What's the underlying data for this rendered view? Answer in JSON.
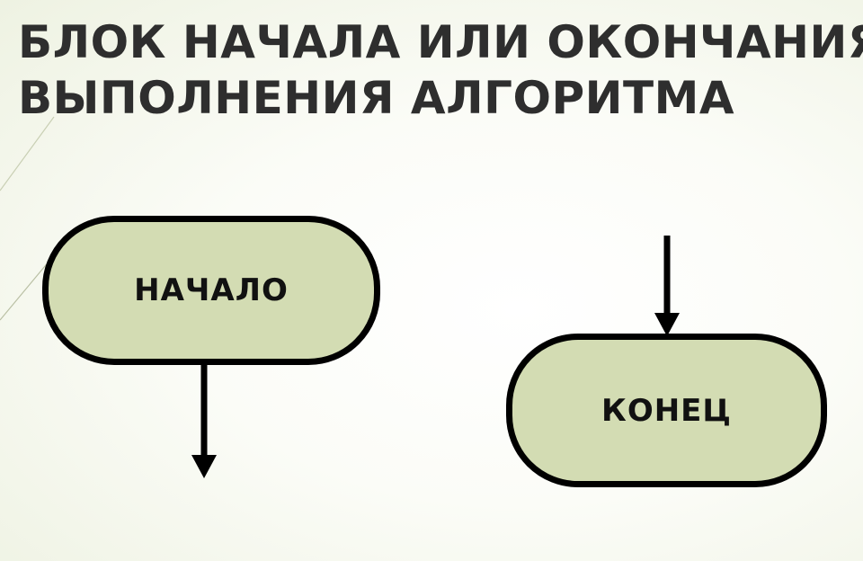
{
  "title": {
    "line1": "БЛОК НАЧАЛА ИЛИ ОКОНЧАНИЯ",
    "line2": "ВЫПОЛНЕНИЯ АЛГОРИТМА"
  },
  "blocks": {
    "start_label": "НАЧАЛО",
    "end_label": "КОНЕЦ"
  },
  "colors": {
    "block_fill": "#d3dcb3",
    "block_stroke": "#000000",
    "title_text": "#2e2e2e"
  }
}
